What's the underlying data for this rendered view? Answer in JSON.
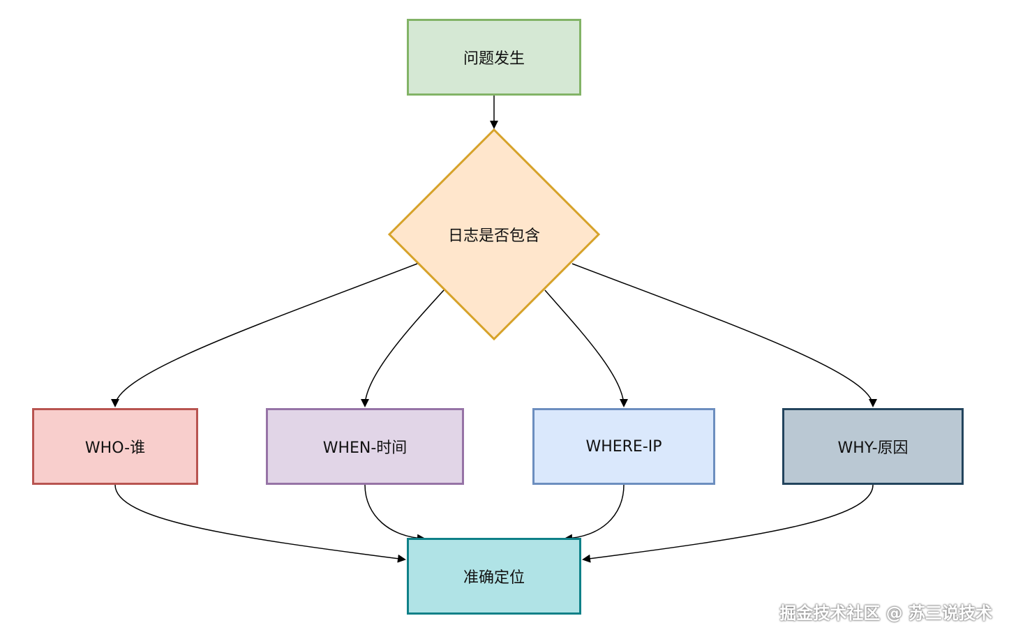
{
  "nodes": {
    "start": "问题发生",
    "decision": "日志是否包含",
    "who": "WHO-谁",
    "when": "WHEN-时间",
    "where": "WHERE-IP",
    "why": "WHY-原因",
    "end": "准确定位"
  },
  "colors": {
    "start_fill": "#d5e8d4",
    "start_stroke": "#82b366",
    "decision_fill": "#ffe6cc",
    "decision_stroke": "#d6a229",
    "who_fill": "#f8cecc",
    "who_stroke": "#b85450",
    "when_fill": "#e1d5e7",
    "when_stroke": "#9673a6",
    "where_fill": "#dae8fc",
    "where_stroke": "#6c8ebf",
    "why_fill": "#bac8d3",
    "why_stroke": "#23445d",
    "end_fill": "#b0e3e6",
    "end_stroke": "#0e8088"
  },
  "watermark": "掘金技术社区 @ 苏三说技术"
}
